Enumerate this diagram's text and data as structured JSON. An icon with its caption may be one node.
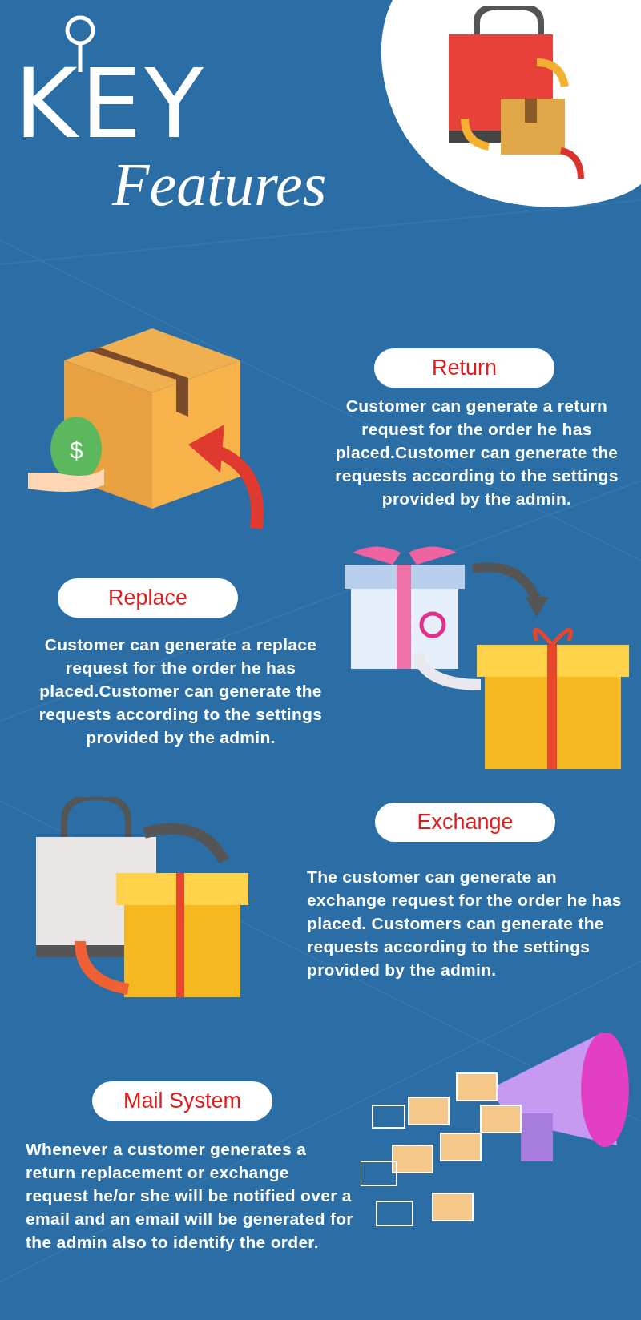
{
  "diagram": {
    "title": "KEY Features",
    "nodes": [
      {
        "text": [
          "Return",
          "Customer can generate a return request for the order he has placed.Customer can generate the requests according to the settings provided by the admin."
        ]
      },
      {
        "text": [
          "Replace",
          "Customer can generate a replace request for the order he has placed.Customer can generate the requests according to the settings provided by the admin."
        ]
      },
      {
        "text": [
          "Exchange",
          "The customer can generate an exchange request for the order he has placed. Customers can generate the requests according to the settings provided by the admin."
        ]
      },
      {
        "text": [
          "Mail System",
          "Whenever a customer generates a return replacement or exchange request he/or she will be notified over a email and an email will be generated for the admin also to identify the order."
        ]
      }
    ],
    "labels": [
      "$"
    ]
  }
}
